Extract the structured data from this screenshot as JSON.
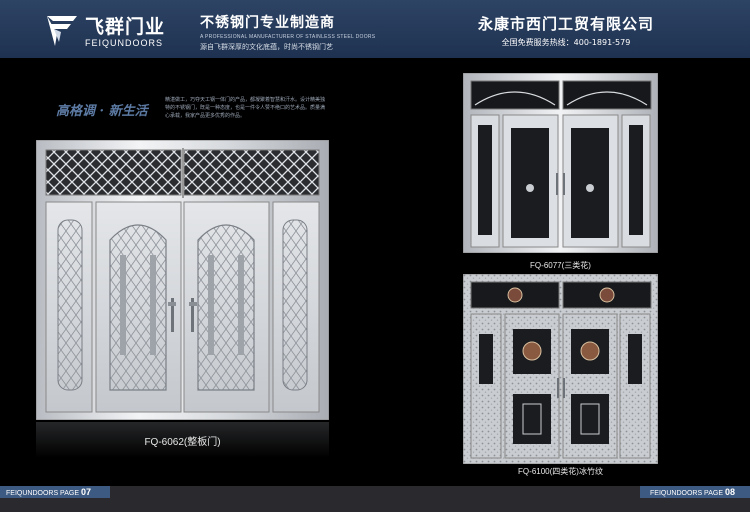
{
  "header": {
    "logo_cn": "飞群门业",
    "logo_en": "FEIQUNDOORS",
    "slogan_main": "不锈钢门专业制造商",
    "slogan_en": "A PROFESSIONAL MANUFACTURER OF STAINLESS STEEL DOORS",
    "slogan_sub": "源自飞群深厚的文化底蕴，时尚不锈钢门艺",
    "company_name": "永康市西门工贸有限公司",
    "hotline": "全国免费服务热线：400-1891-579"
  },
  "left_page": {
    "banner_title": "高格调 · 新生活",
    "intro": "精湛做工，巧夺天工钢一体门的产品，都凝聚着智慧和汗水。设计精美独特的不锈钢门，既是一种态度，也是一件令人赞不绝口的艺术品。质量满心承载，我家产品更多优秀的作品。",
    "caption": "FQ-6062(整板门)"
  },
  "right_page": {
    "caption_top": "FQ-6077(三类花)",
    "caption_bottom": "FQ-6100(四类花)冰竹纹"
  },
  "footer": {
    "left_label": "FEIQUNDOORS PAGE",
    "left_page": "07",
    "right_label": "FEIQUNDOORS PAGE",
    "right_page": "08"
  },
  "colors": {
    "header_bg": "#2a4063",
    "banner_blue": "#5c7aa3",
    "footer_bar": "#3d5a82"
  }
}
